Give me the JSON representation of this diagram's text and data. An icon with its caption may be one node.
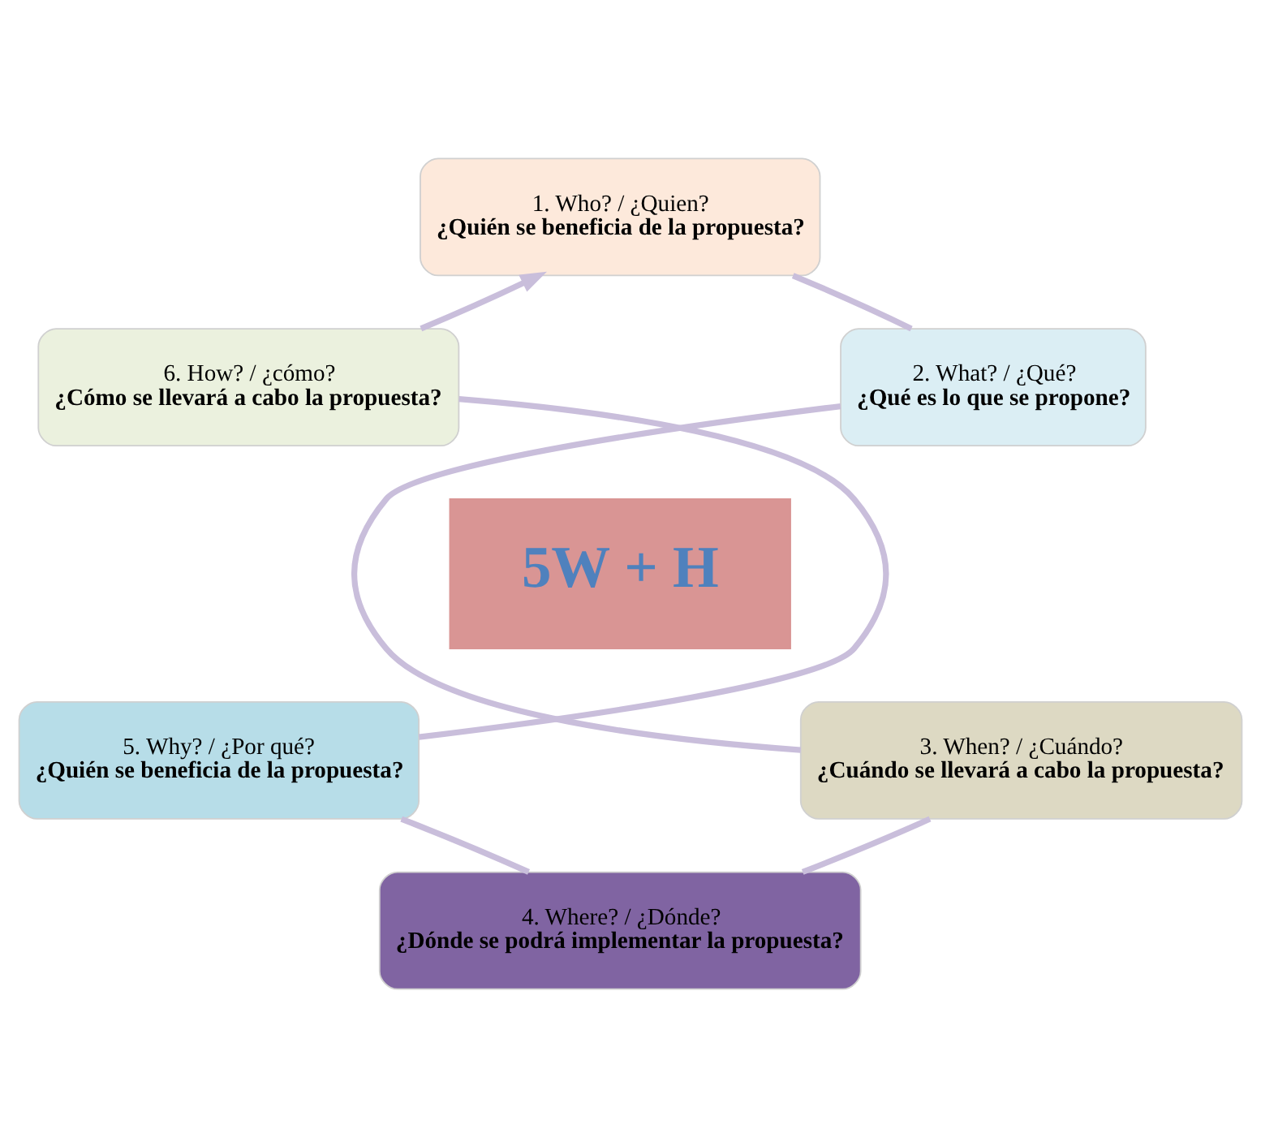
{
  "diagram": {
    "nodes": [
      {
        "text": [
          "1. Who? / ¿Quien?",
          "¿Quién se beneficia de la propuesta?"
        ]
      },
      {
        "text": [
          "2. What? / ¿Qué?",
          "¿Qué es lo que se propone?"
        ]
      },
      {
        "text": [
          "3. When? / ¿Cuándo?",
          "¿Cuándo se llevará a cabo la propuesta?"
        ]
      },
      {
        "text": [
          "4. Where? / ¿Dónde?",
          "¿Dónde se podrá implementar la propuesta?"
        ]
      },
      {
        "text": [
          "5. Why? / ¿Por qué?",
          "¿Quién se beneficia de la propuesta?"
        ]
      },
      {
        "text": [
          "6. How? / ¿cómo?",
          "¿Cómo se llevará a cabo la propuesta?"
        ]
      },
      {
        "text": [
          "5W + H"
        ]
      }
    ],
    "edges": [
      {
        "from": 0,
        "to": 1,
        "arrow": "none"
      },
      {
        "from": 1,
        "to": 2,
        "arrow": "none"
      },
      {
        "from": 2,
        "to": 3,
        "arrow": "none"
      },
      {
        "from": 3,
        "to": 4,
        "arrow": "none"
      },
      {
        "from": 4,
        "to": 5,
        "arrow": "none"
      },
      {
        "from": 5,
        "to": 0,
        "arrow": "to"
      }
    ]
  }
}
